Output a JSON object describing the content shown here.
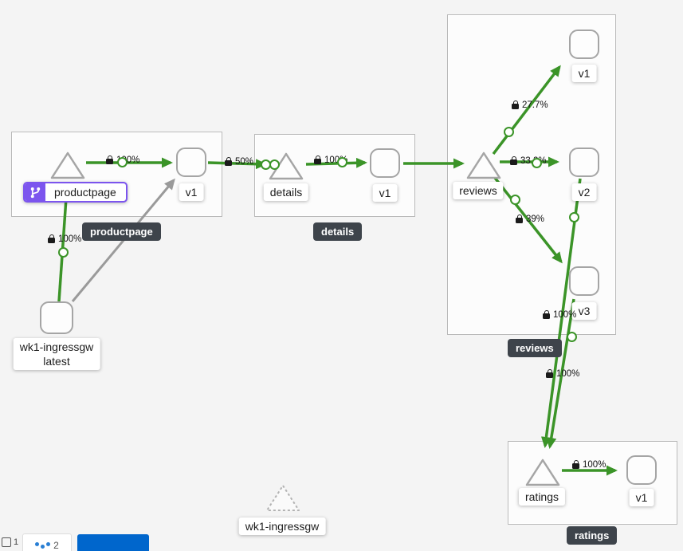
{
  "graph": {
    "groups": {
      "productpage": {
        "badge": "productpage"
      },
      "details": {
        "badge": "details"
      },
      "reviews": {
        "badge": "reviews"
      },
      "ratings": {
        "badge": "ratings"
      }
    },
    "nodes": {
      "productpage_service": {
        "label": "productpage"
      },
      "productpage_v1": {
        "label": "v1"
      },
      "details_service": {
        "label": "details"
      },
      "details_v1": {
        "label": "v1"
      },
      "reviews_service": {
        "label": "reviews"
      },
      "reviews_v1": {
        "label": "v1"
      },
      "reviews_v2": {
        "label": "v2"
      },
      "reviews_v3": {
        "label": "v3"
      },
      "ratings_service": {
        "label": "ratings"
      },
      "ratings_v1": {
        "label": "v1"
      },
      "ingress_workload": {
        "line1": "wk1-ingressgw",
        "line2": "latest"
      },
      "idle_gateway": {
        "label": "wk1-ingressgw"
      }
    },
    "edges": {
      "ingress_to_productpage": {
        "label": "100%"
      },
      "productpage_to_v1": {
        "label": "100%"
      },
      "productpage_v1_to_details": {
        "label": "50%"
      },
      "details_to_v1": {
        "label": "100%"
      },
      "reviews_to_v1": {
        "label": "27.7%"
      },
      "reviews_to_v2": {
        "label": "33.2%"
      },
      "reviews_to_v3": {
        "label": "39%"
      },
      "reviews_v2_to_ratings": {
        "label": "100%"
      },
      "reviews_v3_to_ratings": {
        "label": "100%"
      },
      "ratings_to_v1": {
        "label": "100%"
      }
    }
  },
  "footer": {
    "badge_one": "1",
    "badge_two": "2"
  },
  "colors": {
    "edge_healthy": "#3b9428",
    "edge_unknown": "#9a9a9a",
    "app_badge_bg": "#3e444b",
    "virtual_service_purple": "#7c55ee",
    "primary_button": "#0066cc"
  }
}
